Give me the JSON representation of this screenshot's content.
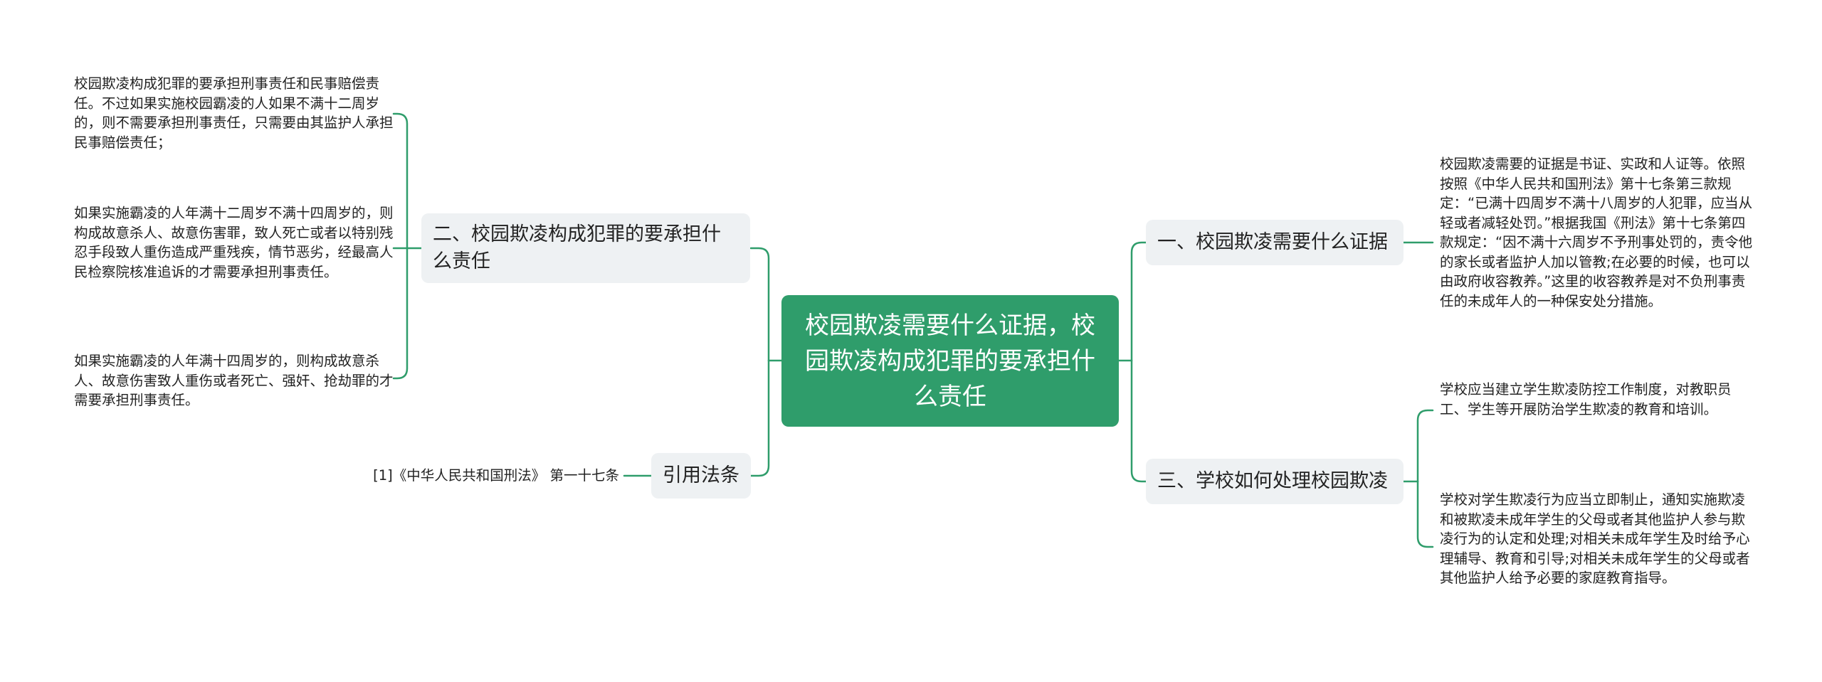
{
  "root": {
    "title": "校园欺凌需要什么证据，校园欺凌构成犯罪的要承担什么责任"
  },
  "colors": {
    "root_fill": "#2f9d6b",
    "branch_fill": "#eef1f3",
    "connector": "#2f9d6b"
  },
  "branches": {
    "criminal_liability": {
      "label": "二、校园欺凌构成犯罪的要承担什么责任",
      "details": [
        "校园欺凌构成犯罪的要承担刑事责任和民事赔偿责任。不过如果实施校园霸凌的人如果不满十二周岁的，则不需要承担刑事责任，只需要由其监护人承担民事赔偿责任；",
        "如果实施霸凌的人年满十二周岁不满十四周岁的，则构成故意杀人、故意伤害罪，致人死亡或者以特别残忍手段致人重伤造成严重残疾，情节恶劣，经最高人民检察院核准追诉的才需要承担刑事责任。",
        "如果实施霸凌的人年满十四周岁的，则构成故意杀人、故意伤害致人重伤或者死亡、强奸、抢劫罪的才需要承担刑事责任。"
      ]
    },
    "legal_reference": {
      "label": "引用法条",
      "details": [
        "[1]《中华人民共和国刑法》 第一十七条"
      ]
    },
    "evidence": {
      "label": "一、校园欺凌需要什么证据",
      "details": [
        "校园欺凌需要的证据是书证、实政和人证等。依照按照《中华人民共和国刑法》第十七条第三款规定：“已满十四周岁不满十八周岁的人犯罪，应当从轻或者减轻处罚。”根据我国《刑法》第十七条第四款规定：“因不满十六周岁不予刑事处罚的，责令他的家长或者监护人加以管教;在必要的时候，也可以由政府收容教养。”这里的收容教养是对不负刑事责任的未成年人的一种保安处分措施。"
      ]
    },
    "handling": {
      "label": "三、学校如何处理校园欺凌",
      "details": [
        "学校应当建立学生欺凌防控工作制度，对教职员工、学生等开展防治学生欺凌的教育和培训。",
        "学校对学生欺凌行为应当立即制止，通知实施欺凌和被欺凌未成年学生的父母或者其他监护人参与欺凌行为的认定和处理;对相关未成年学生及时给予心理辅导、教育和引导;对相关未成年学生的父母或者其他监护人给予必要的家庭教育指导。"
      ]
    }
  }
}
